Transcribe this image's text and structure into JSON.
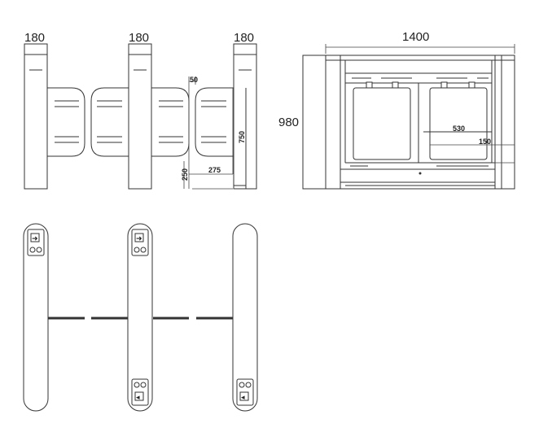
{
  "dimensions": {
    "post_width_1": "180",
    "post_width_2": "180",
    "post_width_3": "180",
    "total_width": "1400",
    "total_height": "980",
    "gap_small": "50",
    "post_height": "750",
    "leaf_reach": "275",
    "base_height": "250",
    "panel_width": "530",
    "panel_offset": "150"
  },
  "colors": {
    "line": "#333333",
    "background": "#ffffff"
  },
  "icons": [
    "arrow-icon",
    "indicator-light-icon"
  ]
}
